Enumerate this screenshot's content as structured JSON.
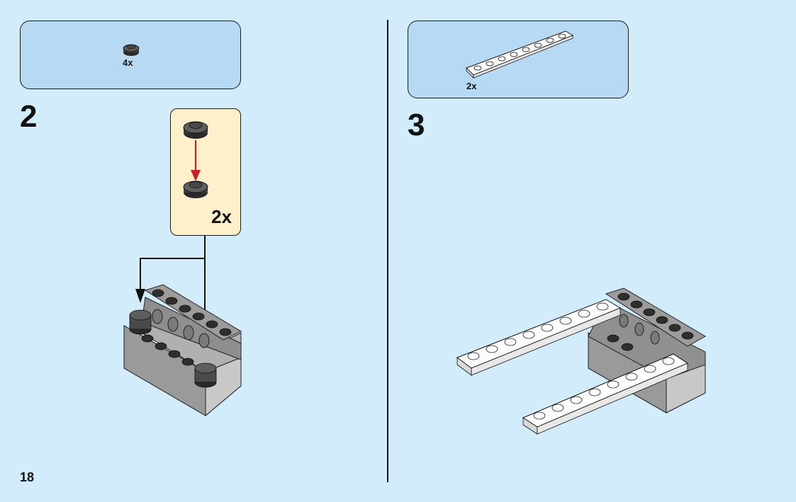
{
  "page": {
    "number": "18"
  },
  "steps": [
    {
      "number": "2",
      "parts": [
        {
          "part": "dark-grey-round-plate-1x1",
          "quantity": "4x"
        }
      ],
      "subassembly": {
        "quantity": "2x"
      }
    },
    {
      "number": "3",
      "parts": [
        {
          "part": "white-plate-1x8",
          "quantity": "2x"
        }
      ]
    }
  ],
  "colors": {
    "background": "#d3ecfb",
    "parts_box": "#b8d9f3",
    "callout_box": "#fff0cc",
    "arrow_red": "#c8202a",
    "brick_grey": "#a9a9a9",
    "stud_dark": "#3a3a3a",
    "plate_white": "#ffffff"
  }
}
